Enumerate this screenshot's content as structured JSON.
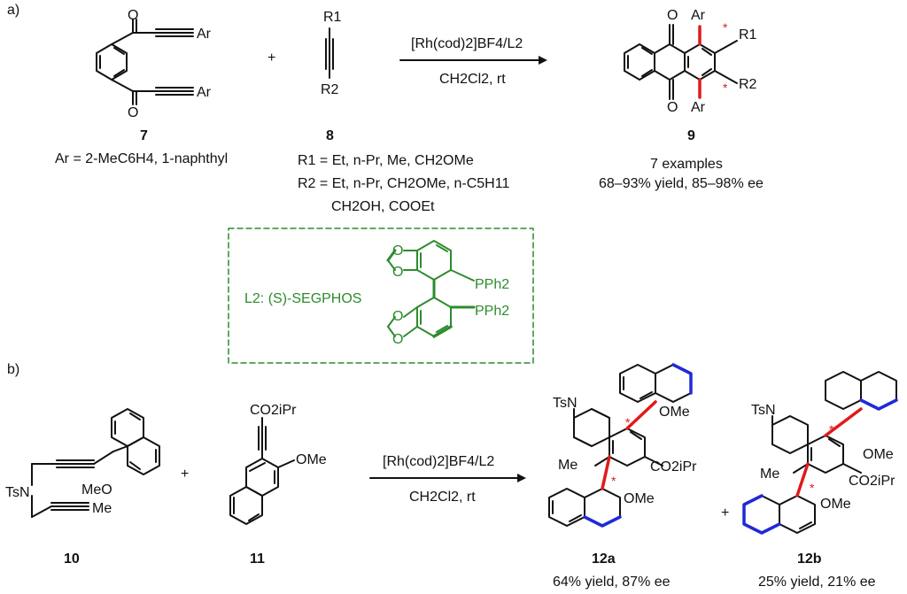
{
  "colors": {
    "bond": "#111111",
    "ligand": "#2e8b2e",
    "axial_bond": "#e01a1a",
    "helical_bond": "#1f2ad6",
    "star": "#e01a1a"
  },
  "panel_a": {
    "label": "a)",
    "compound7": {
      "number": "7",
      "ar_definition": "Ar = 2-MeC6H4, 1-naphthyl",
      "groups": [
        "Ar",
        "Ar"
      ],
      "oxygens": [
        "O",
        "O"
      ]
    },
    "plus": "+",
    "compound8": {
      "number": "8",
      "substituents": [
        "R1",
        "R2"
      ],
      "r1_options": "R1 = Et, n-Pr, Me, CH2OMe",
      "r2_options_line1": "R2 = Et, n-Pr, CH2OMe, n-C5H11",
      "r2_options_line2": "CH2OH, COOEt"
    },
    "catalyst": "[Rh(cod)2]BF4/L2",
    "conditions": "CH2Cl2, rt",
    "product9": {
      "number": "9",
      "groups": [
        "Ar",
        "R1",
        "R2",
        "Ar"
      ],
      "oxygens": [
        "O",
        "O"
      ],
      "star": "*",
      "summary_line1": "7 examples",
      "summary_line2": "68–93% yield, 85–98% ee"
    }
  },
  "ligand_box": {
    "label": "L2: (S)-SEGPHOS",
    "phosphines": [
      "PPh2",
      "PPh2"
    ],
    "oxygens": [
      "O",
      "O",
      "O",
      "O"
    ]
  },
  "panel_b": {
    "label": "b)",
    "compound10": {
      "number": "10",
      "groups": [
        "TsN",
        "MeO",
        "Me"
      ]
    },
    "plus": "+",
    "compound11": {
      "number": "11",
      "groups": [
        "CO2iPr",
        "OMe"
      ]
    },
    "catalyst": "[Rh(cod)2]BF4/L2",
    "conditions": "CH2Cl2, rt",
    "product12a": {
      "number": "12a",
      "groups": [
        "TsN",
        "Me",
        "OMe",
        "CO2iPr",
        "OMe"
      ],
      "star": "*",
      "result": "64% yield, 87% ee"
    },
    "plus2": "+",
    "product12b": {
      "number": "12b",
      "groups": [
        "TsN",
        "Me",
        "OMe",
        "CO2iPr",
        "OMe"
      ],
      "star": "*",
      "result": "25% yield, 21% ee"
    }
  }
}
